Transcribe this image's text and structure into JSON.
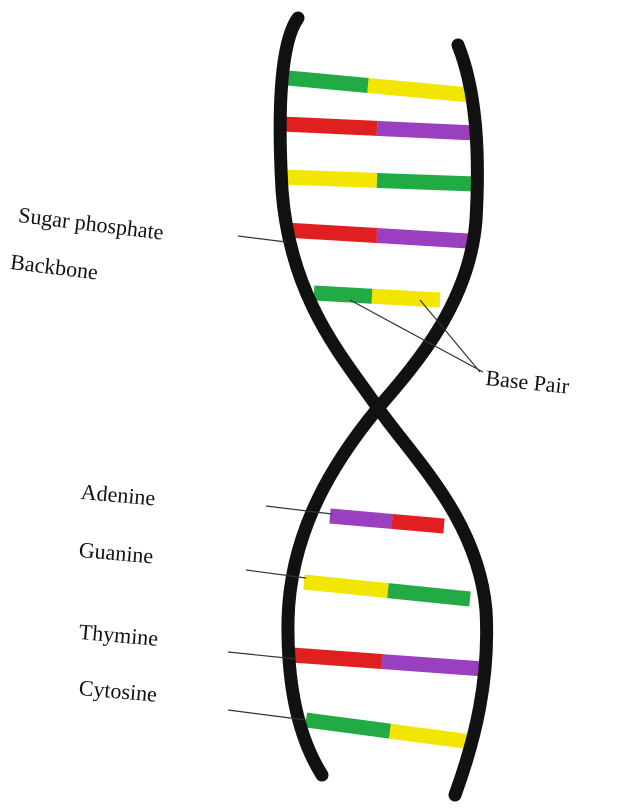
{
  "labels": {
    "sugar_phosphate": "Sugar phosphate",
    "backbone": "Backbone",
    "base_pair": "Base Pair",
    "adenine": "Adenine",
    "guanine": "Guanine",
    "thymine": "Thymine",
    "cytosine": "Cytosine"
  },
  "colors": {
    "backbone": "#111111",
    "green": "#22aa44",
    "yellow": "#f2e600",
    "red": "#e02020",
    "purple": "#9a3fbf",
    "leader_line": "#333333"
  },
  "base_pairs": [
    {
      "left": "green",
      "right": "yellow"
    },
    {
      "left": "red",
      "right": "purple"
    },
    {
      "left": "yellow",
      "right": "green"
    },
    {
      "left": "red",
      "right": "purple"
    },
    {
      "left": "green",
      "right": "yellow"
    },
    {
      "left": "purple",
      "right": "red"
    },
    {
      "left": "yellow",
      "right": "green"
    },
    {
      "left": "red",
      "right": "purple"
    },
    {
      "left": "green",
      "right": "yellow"
    }
  ]
}
